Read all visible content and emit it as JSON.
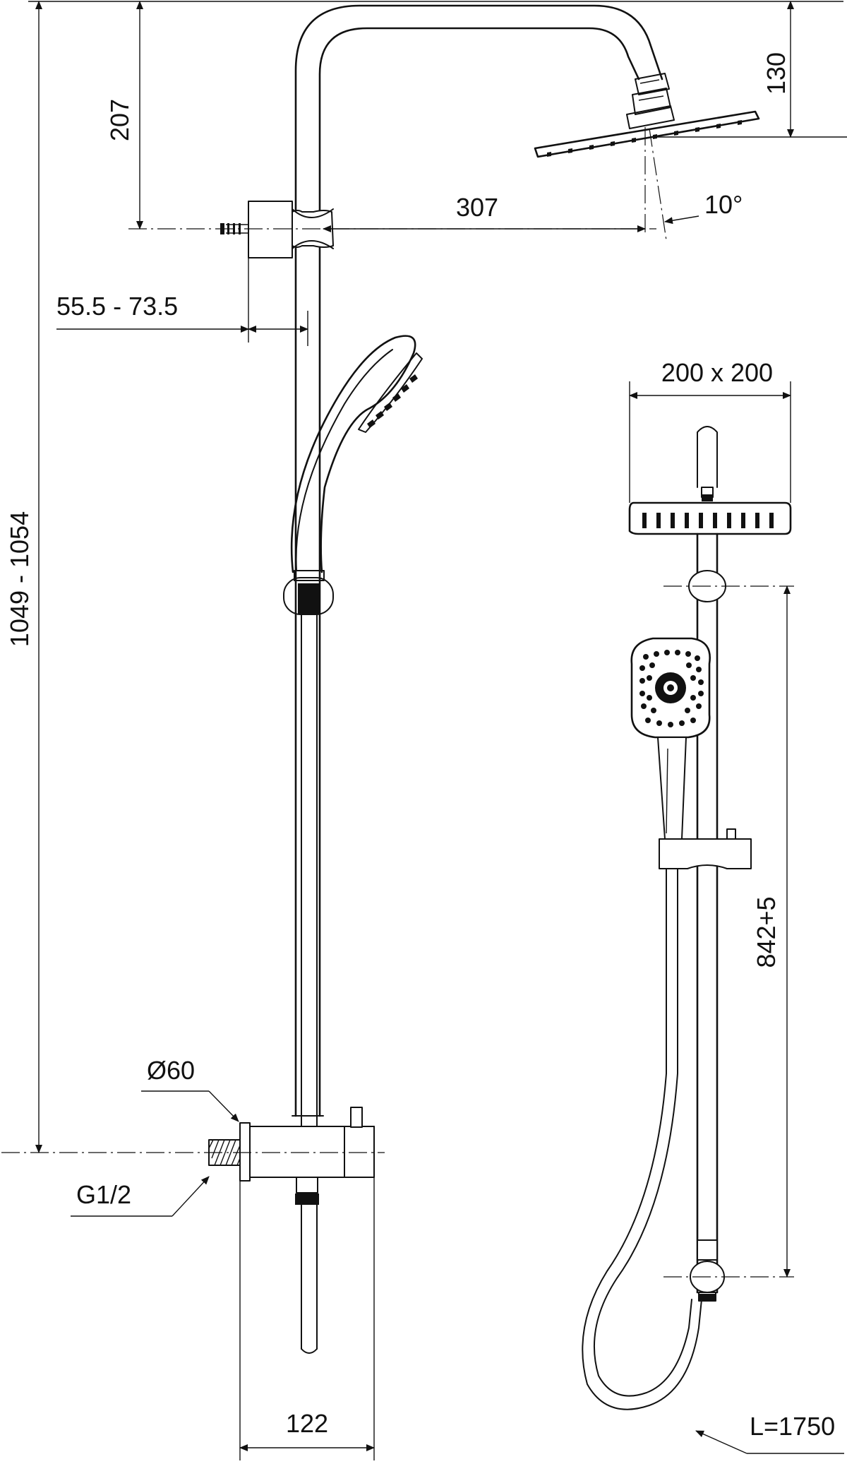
{
  "dimensions": {
    "total_height": "1049 - 1054",
    "bracket_to_top": "207",
    "head_drop": "130",
    "arm_reach": "307",
    "tilt_angle": "10°",
    "wall_distance": "55.5 - 73.5",
    "head_size": "200 x 200",
    "rail_length": "842+5",
    "flange_diameter": "Ø60",
    "thread": "G1/2",
    "valve_width": "122",
    "hose_length": "L=1750"
  }
}
